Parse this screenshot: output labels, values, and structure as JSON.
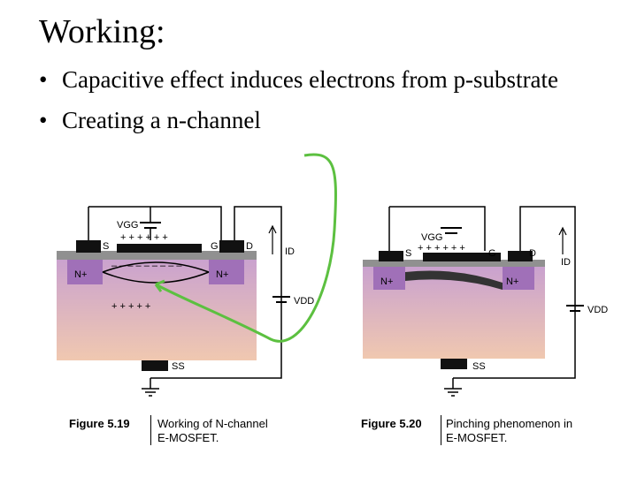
{
  "slide": {
    "title": "Working:",
    "bullets": [
      "Capacitive effect induces electrons from p-substrate",
      "Creating a n-channel"
    ]
  },
  "figures": [
    {
      "number": "Figure 5.19",
      "caption_line1": "Working of N-channel",
      "caption_line2": "E-MOSFET.",
      "labels": {
        "vgg": "VGG",
        "s": "S",
        "g": "G",
        "d": "D",
        "id": "ID",
        "vdd": "VDD",
        "n_left": "N+",
        "n_right": "N+",
        "ss": "SS",
        "plus_charges": "+ + + + + +",
        "minus_charges": "– – – – – – – – –",
        "p_charges": "+ + + + +"
      }
    },
    {
      "number": "Figure 5.20",
      "caption_line1": "Pinching phenomenon in",
      "caption_line2": "E-MOSFET.",
      "labels": {
        "vgg": "VGG",
        "s": "S",
        "g": "G",
        "d": "D",
        "id": "ID",
        "vdd": "VDD",
        "n_left": "N+",
        "n_right": "N+",
        "ss": "SS",
        "plus_charges": "+ + + + + +"
      }
    }
  ],
  "colors": {
    "annotation_arrow": "#5cc040",
    "substrate_top": "#c8a0d0",
    "substrate_bottom": "#f0c8b0",
    "oxide": "#909090",
    "n_region": "#a070b8",
    "metal": "#111111"
  }
}
